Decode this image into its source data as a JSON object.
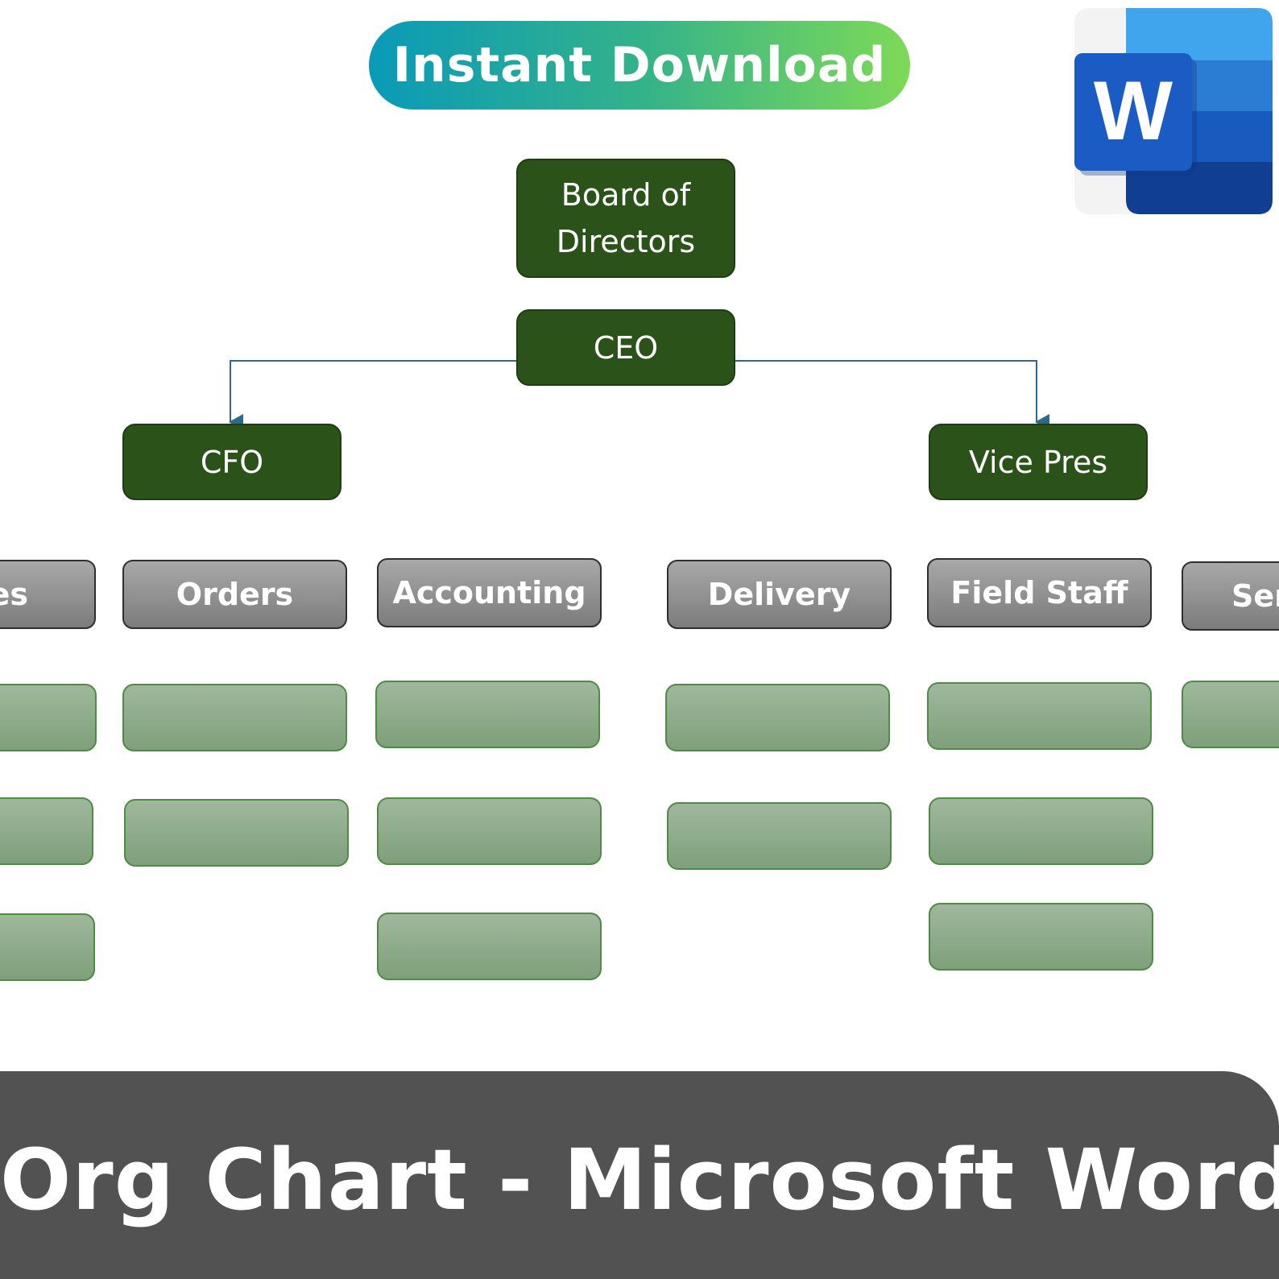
{
  "header": {
    "download_label": "Instant Download",
    "word_logo_letter": "W"
  },
  "chart": {
    "board": "Board of\nDirectors",
    "ceo": "CEO",
    "cfo": "CFO",
    "vp": "Vice Pres",
    "departments": {
      "sales_partial": "es",
      "orders": "Orders",
      "accounting": "Accounting",
      "delivery": "Delivery",
      "field_staff": "Field Staff",
      "service_partial": "Ser"
    }
  },
  "colors": {
    "executive_box": "#2a5219",
    "department_box": "#8c8c8c",
    "staff_box": "#8fad8b",
    "connector": "#2c6a8a",
    "banner": "#525252"
  },
  "footer": {
    "title": "Org Chart - Microsoft Word"
  }
}
